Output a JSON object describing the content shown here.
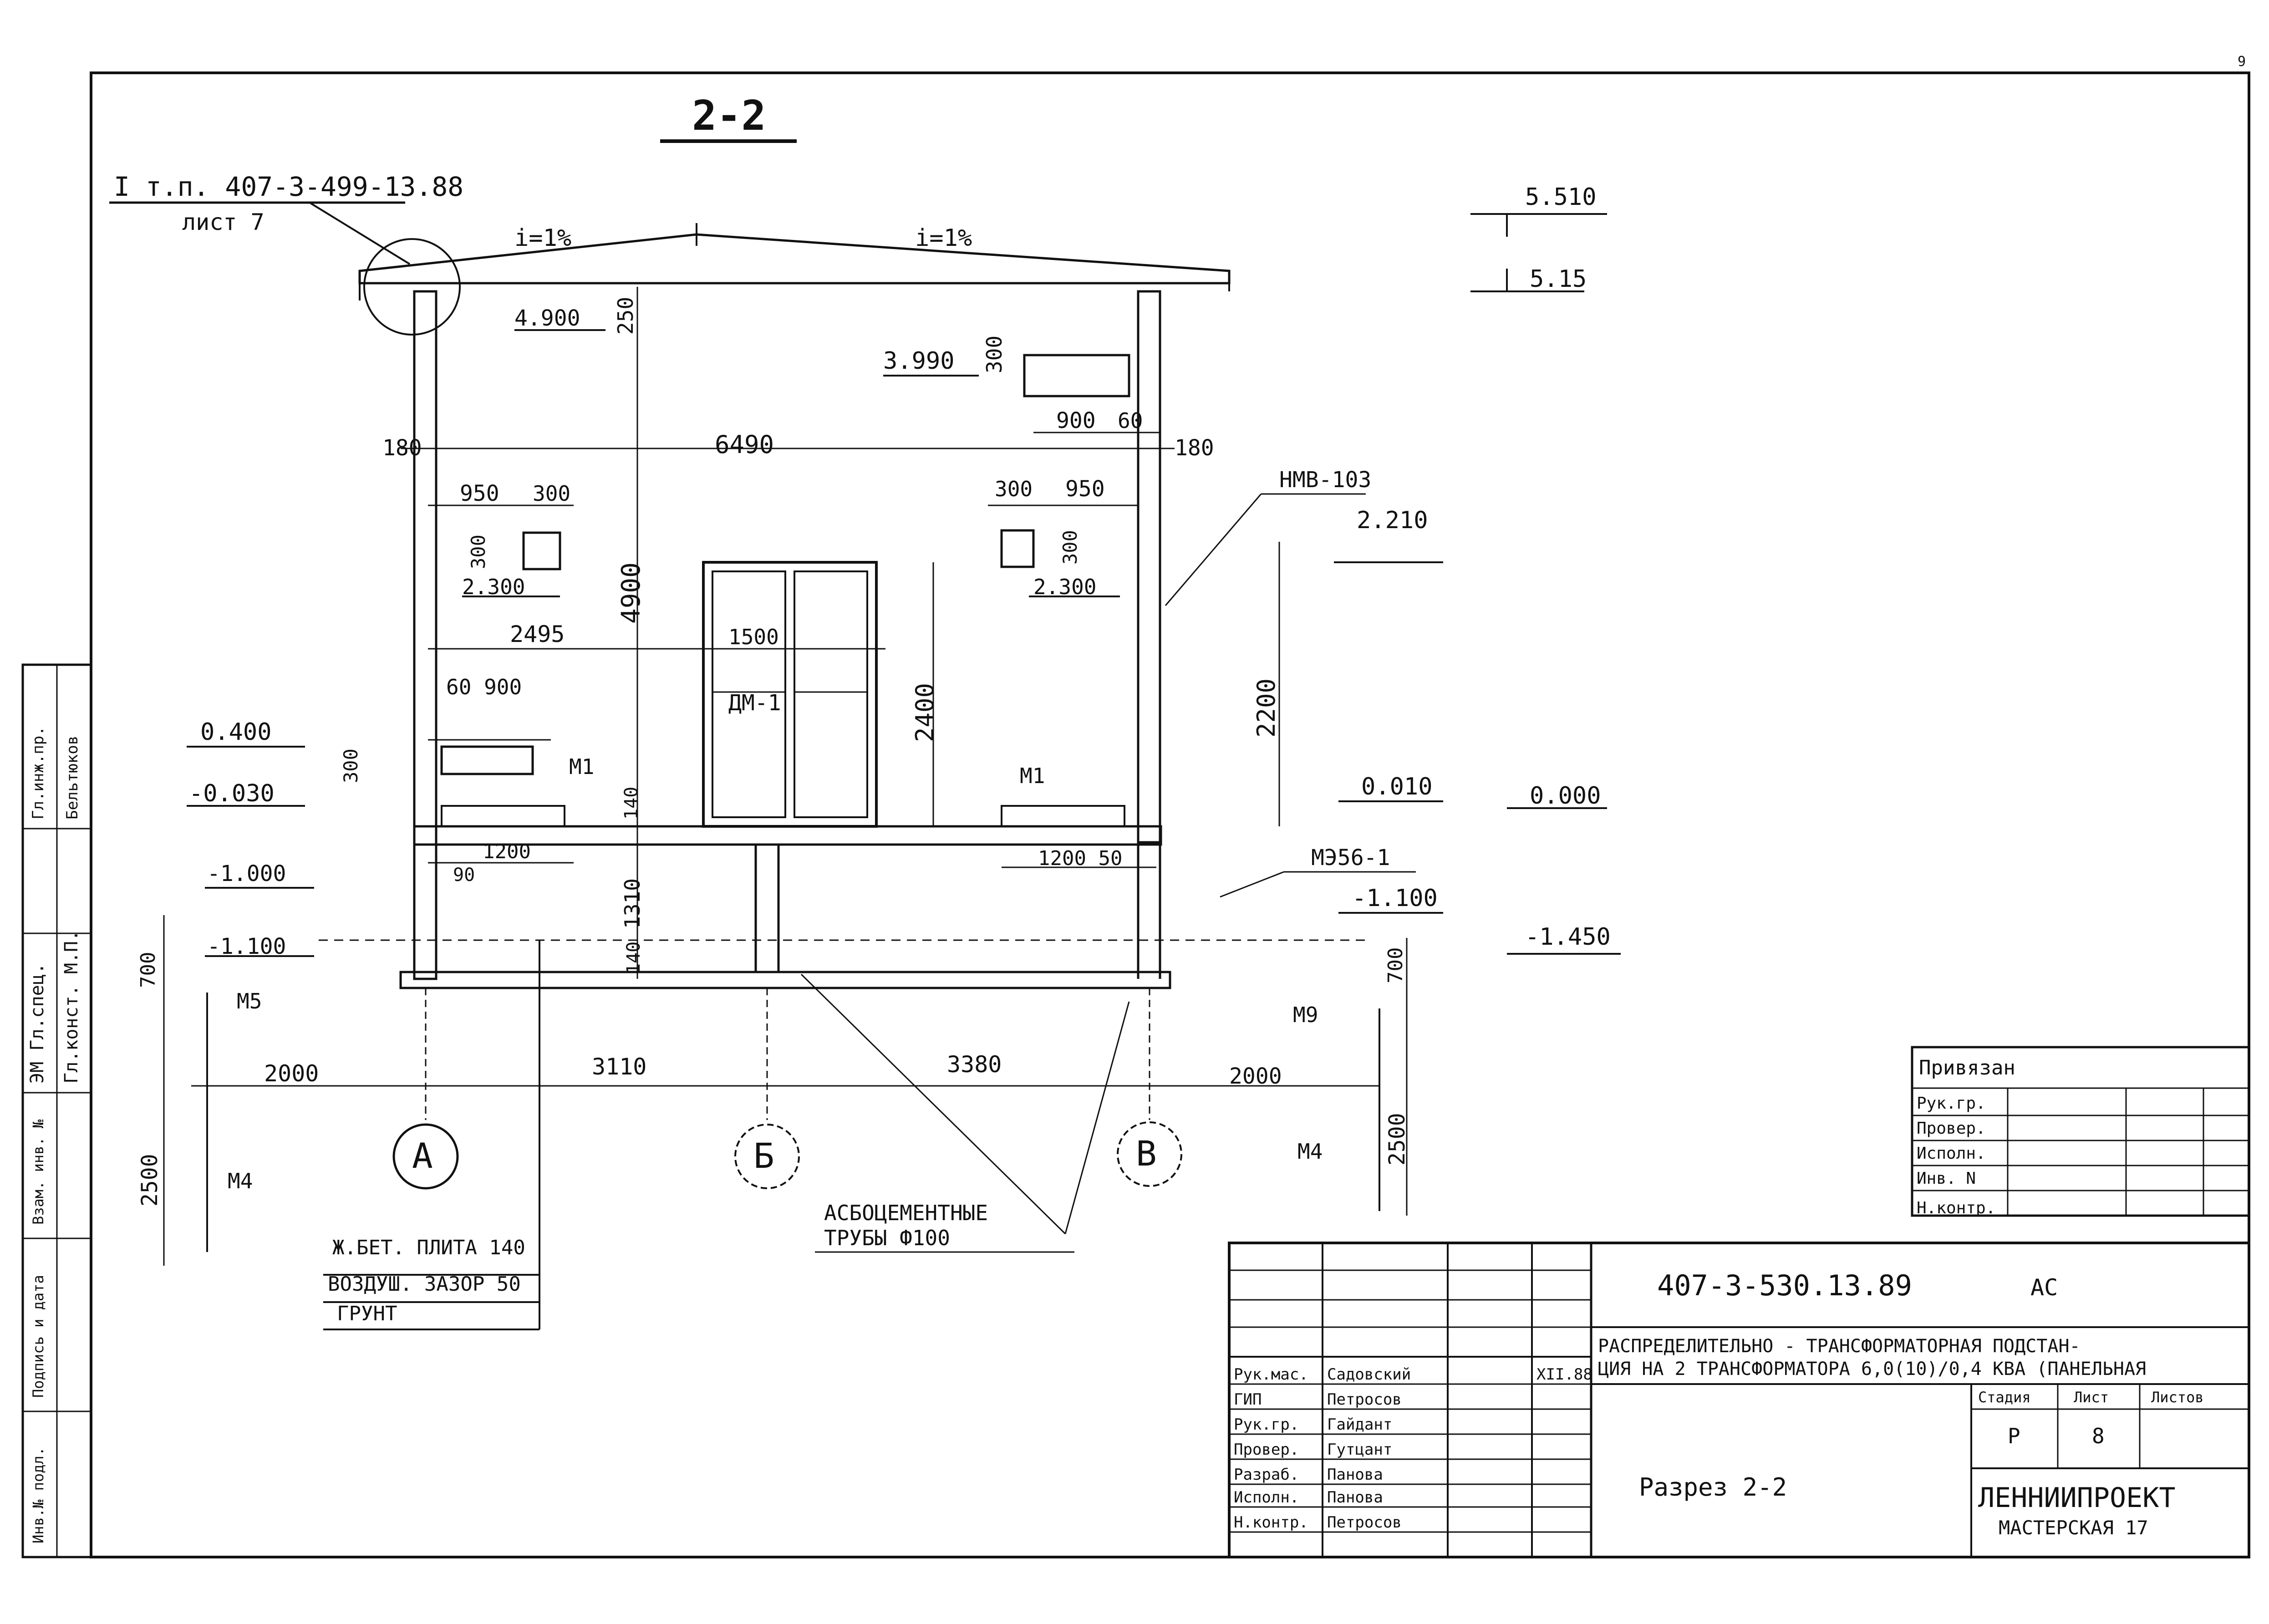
{
  "sheet": {
    "page_number": "9",
    "section_title": "2-2",
    "reference": {
      "line1": "I т.п. 407-3-499-13.88",
      "line2": "лист 7"
    }
  },
  "slopes": {
    "left": "i=1%",
    "right": "i=1%"
  },
  "levels": {
    "top_5510": "5.510",
    "top_515": "5.15",
    "wall_4900": "4.900",
    "opening_3990": "3.990",
    "lintel_2210": "2.210",
    "vent_2300_left": "2.300",
    "vent_2300_right": "2.300",
    "vent_0400": "0.400",
    "floor_minus0030": "-0.030",
    "floor_0010": "0.010",
    "floor_0000": "0.000",
    "minus_1000": "-1.000",
    "minus_1100_left": "-1.100",
    "minus_1100_right": "-1.100",
    "minus_1450": "-1.450"
  },
  "dimensions": {
    "d250": "250",
    "d300_top": "300",
    "d900": "900",
    "d60": "60",
    "d180_left": "180",
    "d180_right": "180",
    "d6490": "6490",
    "d950_left": "950",
    "d300_left": "300",
    "d300_right": "300",
    "d950_right": "950",
    "d300_vl": "300",
    "d300_vr": "300",
    "d4900": "4900",
    "d2495": "2495",
    "d1500": "1500",
    "d2400": "2400",
    "d2200": "2200",
    "d60_900": "60 900",
    "d300_low": "300",
    "d140_top": "140",
    "d1200_left": "1200",
    "d90": "90",
    "d1310": "1310",
    "d140_bot": "140",
    "d1200_50": "1200 50",
    "d700_left": "700",
    "d700_right": "700",
    "d2000_left": "2000",
    "d3110": "3110",
    "d3380": "3380",
    "d2000_right": "2000",
    "d2500_left": "2500",
    "d2500_right": "2500"
  },
  "marks": {
    "nmv": "НМВ-103",
    "door": "ДМ-1",
    "m1_left": "М1",
    "m1_right": "М1",
    "m356": "МЭ56-1",
    "m5": "М5",
    "m9": "М9",
    "m4_left": "М4",
    "m4_right": "М4"
  },
  "axes": {
    "a": "А",
    "b": "Б",
    "v": "В"
  },
  "pipes": {
    "line1": "АСБОЦЕМЕНТНЫЕ",
    "line2": "ТРУБЫ Ф100"
  },
  "floor_layers": [
    "Ж.БЕТ. ПЛИТА 140",
    "ВОЗДУШ. ЗАЗОР 50",
    "ГРУНТ"
  ],
  "binding": {
    "title": "Привязан",
    "rows": [
      "Рук.гр.",
      "Провер.",
      "Исполн.",
      "Инв. N",
      "Н.контр."
    ]
  },
  "stamp": {
    "code": "407-3-530.13.89",
    "mark": "АС",
    "title_line1": "РАСПРЕДЕЛИТЕЛЬНО - ТРАНСФОРМАТОРНАЯ ПОДСТАН-",
    "title_line2": "ЦИЯ НА 2 ТРАНСФОРМАТОРА 6,0(10)/0,4 КВА (ПАНЕЛЬНАЯ",
    "staff": [
      {
        "role": "Рук.мас.",
        "name": "Садовский"
      },
      {
        "role": "ГИП",
        "name": "Петросов"
      },
      {
        "role": "Рук.гр.",
        "name": "Гайдант"
      },
      {
        "role": "Провер.",
        "name": "Гутцант"
      },
      {
        "role": "Разраб.",
        "name": "Панова"
      },
      {
        "role": "Исполн.",
        "name": "Панова"
      },
      {
        "role": "Н.контр.",
        "name": "Петросов"
      }
    ],
    "date_mark": "XII.88",
    "stage_header": "Стадия",
    "sheet_header": "Лист",
    "sheets_header": "Листов",
    "stage": "Р",
    "sheet": "8",
    "drawing_name": "Разрез 2-2",
    "org": "ЛЕННИИПРОЕКТ",
    "workshop": "МАСТЕРСКАЯ 17"
  },
  "side_strip": {
    "labels": [
      "Инв.№ подл.",
      "Подпись и дата",
      "Взам. инв. №"
    ],
    "approvals": [
      "ЭМ Гл.спец.",
      "Гл.конст. М.П.",
      "Гл.инж.пр.",
      "Бельтюков"
    ]
  }
}
